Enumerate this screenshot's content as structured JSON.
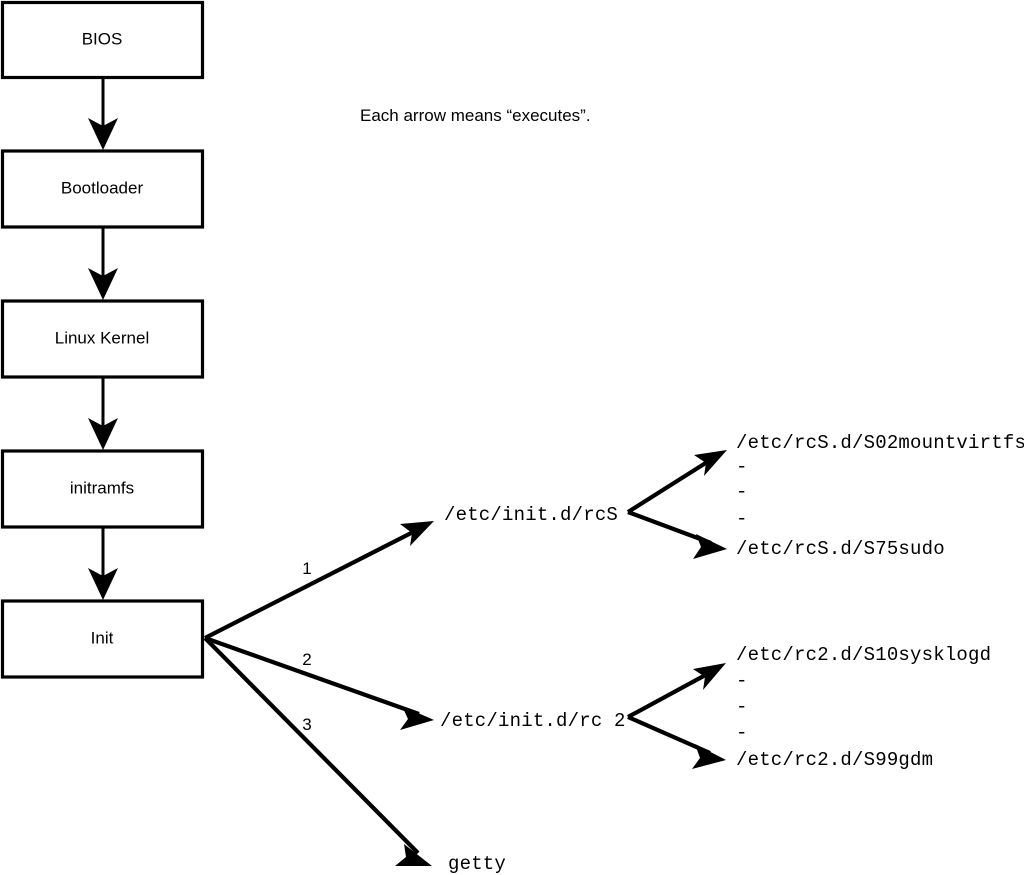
{
  "diagram": {
    "title_note": "Each arrow means “executes”.",
    "boot_chain": [
      {
        "id": "bios",
        "label": "BIOS"
      },
      {
        "id": "bootloader",
        "label": "Bootloader"
      },
      {
        "id": "kernel",
        "label": "Linux Kernel"
      },
      {
        "id": "initramfs",
        "label": "initramfs"
      },
      {
        "id": "init",
        "label": "Init"
      }
    ],
    "init_branches": [
      {
        "number": "1",
        "target": "/etc/init.d/rcS"
      },
      {
        "number": "2",
        "target": "/etc/init.d/rc 2"
      },
      {
        "number": "3",
        "target": "getty"
      }
    ],
    "rcs_scripts": {
      "first": "/etc/rcS.d/S02mountvirtfs",
      "ellipsis": [
        "-",
        "-",
        "-"
      ],
      "last": "/etc/rcS.d/S75sudo"
    },
    "rc2_scripts": {
      "first": "/etc/rc2.d/S10sysklogd",
      "ellipsis": [
        "-",
        "-",
        "-"
      ],
      "last": "/etc/rc2.d/S99gdm"
    },
    "colors": {
      "background": "#ffffff",
      "stroke": "#000000",
      "text": "#000000"
    }
  }
}
